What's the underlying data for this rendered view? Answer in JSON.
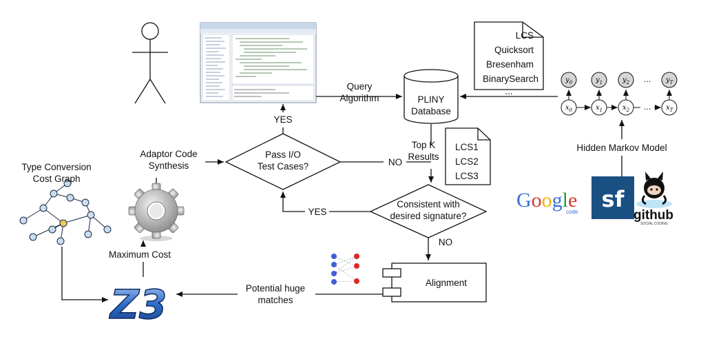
{
  "nodes": {
    "query_label": "Query\nAlgorithm",
    "db_label": "PLINY\nDatabase",
    "yes_top": "YES",
    "adaptor_label": "Adaptor Code\nSynthesis",
    "pass_test": "Pass I/O\nTest Cases?",
    "no_1": "NO",
    "topk_label": "Top K\nResults",
    "consistent": "Consistent with\ndesired signature?",
    "yes_mid": "YES",
    "no_2": "NO",
    "alignment": "Alignment",
    "potential": "Potential huge\nmatches",
    "max_cost": "Maximum Cost",
    "type_conv": "Type Conversion\nCost Graph",
    "hmm_label": "Hidden Markov Model",
    "z3_logo": "Z3",
    "google_logo": "Google",
    "google_sub": "code",
    "sf_logo": "sf",
    "github_logo": "github",
    "github_sub": "SOCIAL CODING"
  },
  "doc_algos": [
    "LCS",
    "Quicksort",
    "Bresenham",
    "BinarySearch",
    "..."
  ],
  "doc_results": [
    "LCS1",
    "LCS2",
    "LCS3"
  ],
  "hmm": {
    "y": [
      "y0",
      "y1",
      "y2",
      "yT"
    ],
    "x": [
      "x0",
      "x1",
      "x2",
      "xT"
    ],
    "ellipsis": "..."
  },
  "colors": {
    "z3_blue": "#1f5fb3",
    "google_blue": "#3b6fd8",
    "google_red": "#d23b2a",
    "google_yellow": "#f0b400",
    "google_green": "#2e9a3a",
    "sf_blue": "#1a4f82",
    "dot_blue": "#3f5fd8",
    "dot_red": "#e02525",
    "graph_node": "#c9dcf0",
    "graph_center": "#f2c95a"
  }
}
